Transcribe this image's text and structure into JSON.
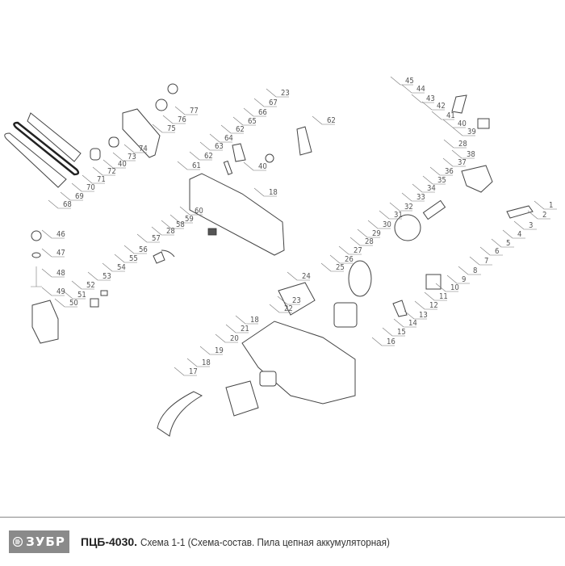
{
  "footer": {
    "logo_text": "ЗУБР",
    "model": "ПЦБ-4030.",
    "description": "Схема 1-1 (Схема-состав. Пила цепная аккумуляторная)"
  },
  "callouts": [
    "45",
    "44",
    "43",
    "42",
    "41",
    "40",
    "39",
    "77",
    "76",
    "75",
    "74",
    "73",
    "40",
    "72",
    "71",
    "70",
    "69",
    "68",
    "23",
    "67",
    "66",
    "65",
    "62",
    "64",
    "63",
    "62",
    "61",
    "40",
    "18",
    "62",
    "60",
    "59",
    "58",
    "28",
    "57",
    "46",
    "47",
    "48",
    "49",
    "50",
    "51",
    "52",
    "53",
    "54",
    "55",
    "56",
    "28",
    "38",
    "37",
    "36",
    "35",
    "34",
    "33",
    "32",
    "31",
    "30",
    "29",
    "28",
    "27",
    "26",
    "25",
    "24",
    "23",
    "22",
    "18",
    "21",
    "20",
    "19",
    "18",
    "17",
    "1",
    "2",
    "3",
    "4",
    "5",
    "6",
    "7",
    "8",
    "9",
    "10",
    "11",
    "12",
    "13",
    "14",
    "15",
    "16"
  ]
}
